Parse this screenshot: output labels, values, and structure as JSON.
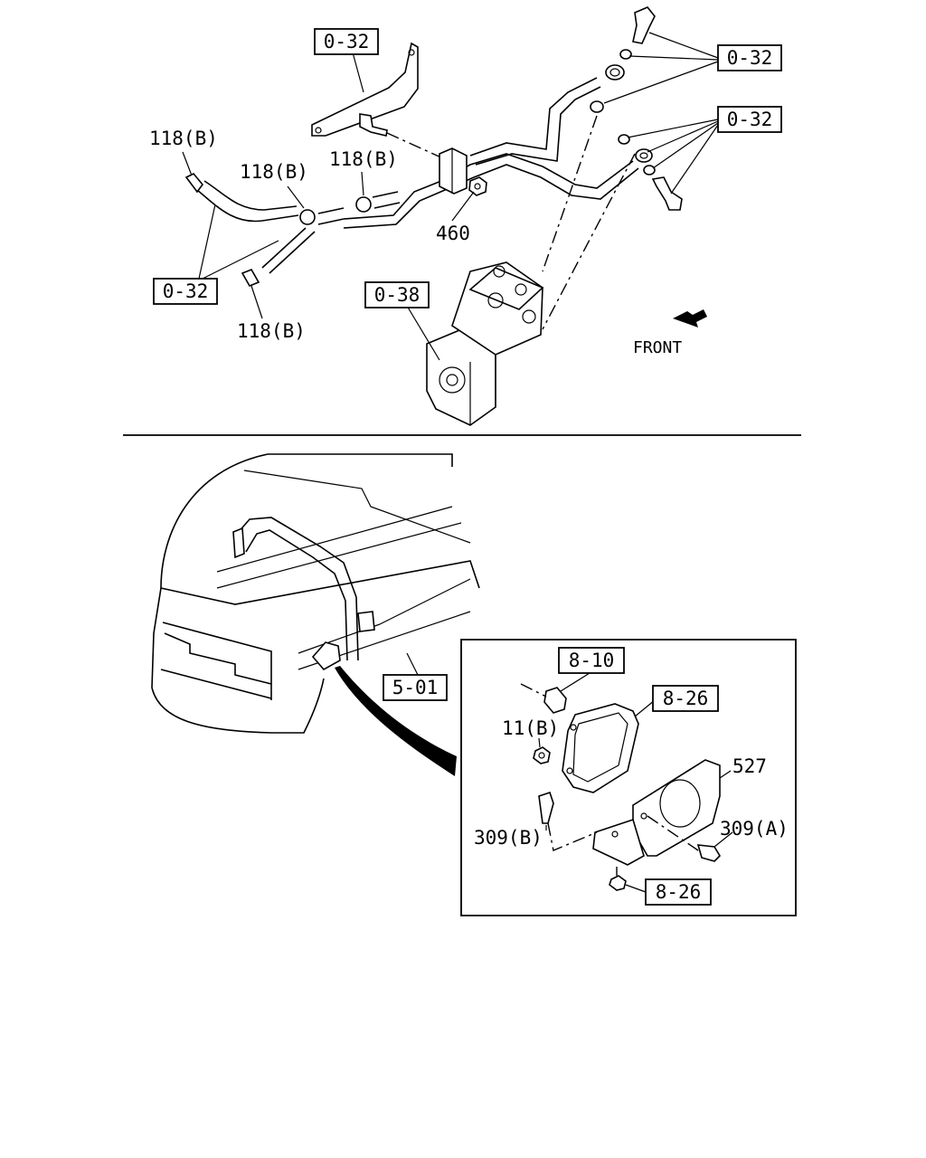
{
  "diagram": {
    "upper_callouts": {
      "ref_0_32_top": "0-32",
      "ref_0_32_right_a": "0-32",
      "ref_0_32_right_b": "0-32",
      "ref_0_32_left": "0-32",
      "ref_0_38": "0-38",
      "clamp_a": "118(B)",
      "clamp_b": "118(B)",
      "clamp_c": "118(B)",
      "clamp_d": "118(B)",
      "nut_460": "460",
      "front": "FRONT"
    },
    "lower_callouts": {
      "ref_5_01": "5-01",
      "ref_8_10": "8-10",
      "ref_8_26_a": "8-26",
      "ref_8_26_b": "8-26",
      "nut_11b": "11(B)",
      "bracket_527": "527",
      "bolt_309b": "309(B)",
      "bolt_309a": "309(A)"
    }
  }
}
